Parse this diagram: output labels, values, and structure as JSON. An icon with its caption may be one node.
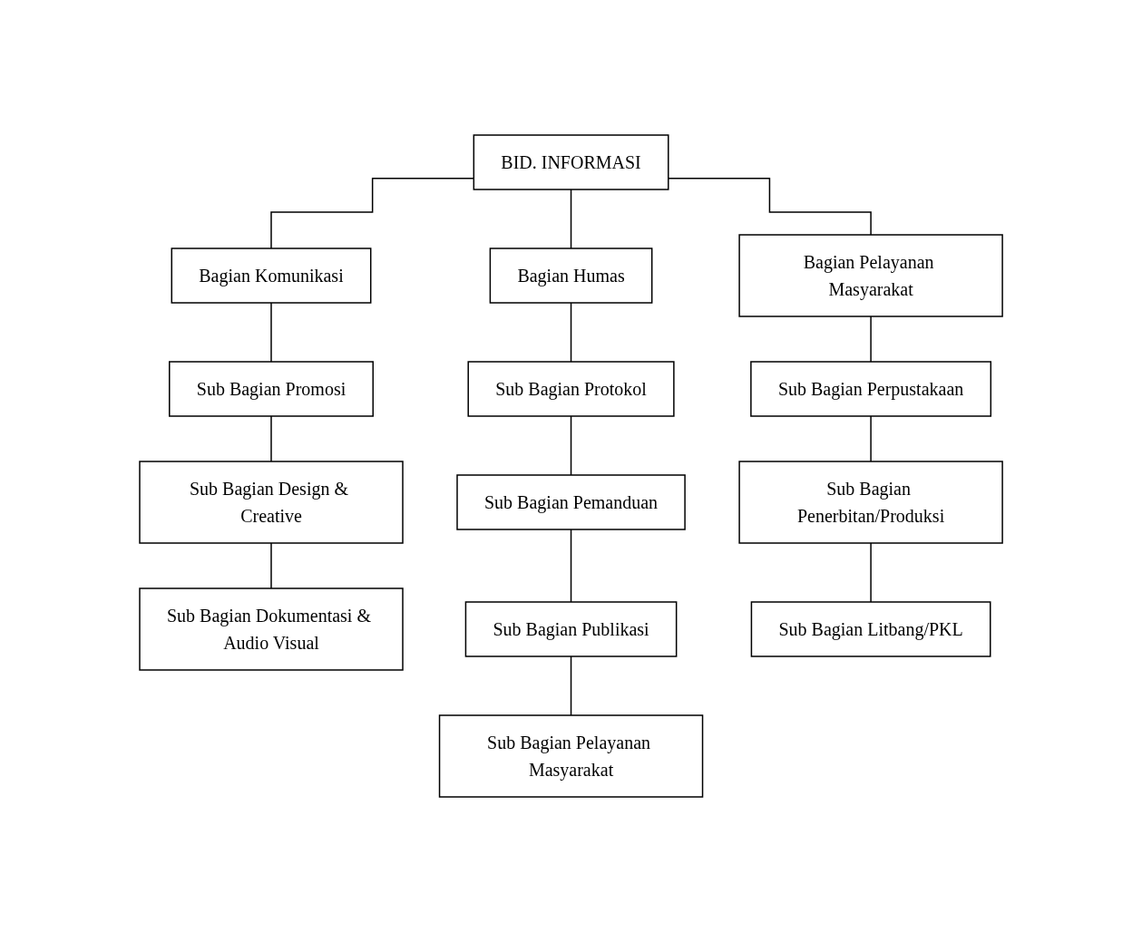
{
  "diagram": {
    "nodes": [
      {
        "text": [
          "BID. INFORMASI"
        ]
      },
      {
        "text": [
          "Bagian Komunikasi"
        ]
      },
      {
        "text": [
          "Bagian Humas"
        ]
      },
      {
        "text": [
          "Bagian Pelayanan Masyarakat"
        ]
      },
      {
        "text": [
          "Sub Bagian Promosi"
        ]
      },
      {
        "text": [
          "Sub Bagian Protokol"
        ]
      },
      {
        "text": [
          "Sub Bagian Perpustakaan"
        ]
      },
      {
        "text": [
          "Sub Bagian Design & Creative"
        ]
      },
      {
        "text": [
          "Sub Bagian Pemanduan"
        ]
      },
      {
        "text": [
          "Sub Bagian Penerbitan/Produksi"
        ]
      },
      {
        "text": [
          "Sub Bagian Dokumentasi & Audio Visual"
        ]
      },
      {
        "text": [
          "Sub Bagian Publikasi"
        ]
      },
      {
        "text": [
          "Sub Bagian Litbang/PKL"
        ]
      },
      {
        "text": [
          "Sub Bagian Pelayanan Masyarakat"
        ]
      }
    ],
    "edges": [
      {
        "from": 0,
        "to": 1,
        "arrow": "none"
      },
      {
        "from": 0,
        "to": 2,
        "arrow": "none"
      },
      {
        "from": 0,
        "to": 3,
        "arrow": "none"
      },
      {
        "from": 1,
        "to": 4,
        "arrow": "none"
      },
      {
        "from": 2,
        "to": 5,
        "arrow": "none"
      },
      {
        "from": 3,
        "to": 6,
        "arrow": "none"
      },
      {
        "from": 4,
        "to": 7,
        "arrow": "none"
      },
      {
        "from": 5,
        "to": 8,
        "arrow": "none"
      },
      {
        "from": 6,
        "to": 9,
        "arrow": "none"
      },
      {
        "from": 7,
        "to": 10,
        "arrow": "none"
      },
      {
        "from": 8,
        "to": 11,
        "arrow": "none"
      },
      {
        "from": 9,
        "to": 12,
        "arrow": "none"
      },
      {
        "from": 11,
        "to": 13,
        "arrow": "none"
      }
    ]
  }
}
